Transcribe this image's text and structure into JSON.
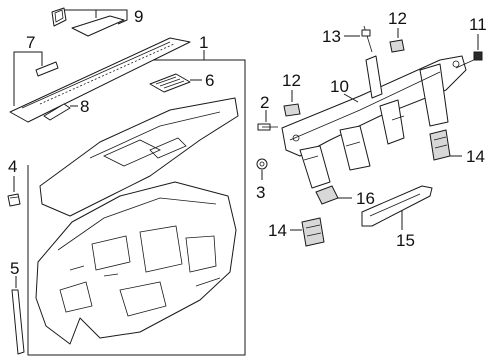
{
  "callouts": {
    "c1": "1",
    "c2": "2",
    "c3": "3",
    "c4": "4",
    "c5": "5",
    "c6": "6",
    "c7": "7",
    "c8": "8",
    "c9": "9",
    "c10": "10",
    "c11": "11",
    "c12a": "12",
    "c12b": "12",
    "c13": "13",
    "c14a": "14",
    "c14b": "14",
    "c15": "15",
    "c16": "16"
  }
}
